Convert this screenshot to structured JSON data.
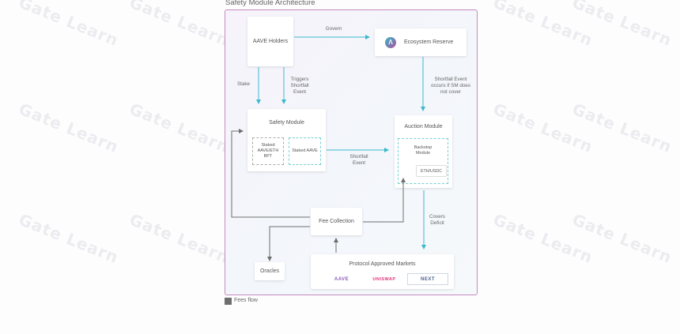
{
  "title": "Safety Module Architecture",
  "watermark": "Gate Learn",
  "nodes": {
    "aave_holders": "AAVE Holders",
    "ecosystem_reserve": "Ecosystem Reserve",
    "safety_module": "Safety Module",
    "staked_bpt": "Staked AAVE/ETH BPT",
    "staked_aave": "Staked AAVE",
    "auction_module": "Auction Module",
    "backstop_module": "Backstop Module",
    "eth_usdc": "ETH/USDC",
    "fee_collection": "Fee Collection",
    "oracles": "Oracles",
    "protocol_markets": "Protocol Approved Markets"
  },
  "edge_labels": {
    "govern": "Govern",
    "stake": "Stake",
    "triggers": "Triggers Shortfall Event",
    "shortfall_occurs": "Shortfall Event occurs if SM does not cover",
    "shortfall_event": "Shortfall Event",
    "covers_deficit": "Covers Deficit"
  },
  "markets": [
    "AAVE",
    "UNISWAP",
    "NEXT"
  ],
  "legend": "Fees flow",
  "colors": {
    "flow_arrow": "#3bb9cc",
    "fees_arrow": "#6e6e6e",
    "frame_border": "#c58abf"
  }
}
